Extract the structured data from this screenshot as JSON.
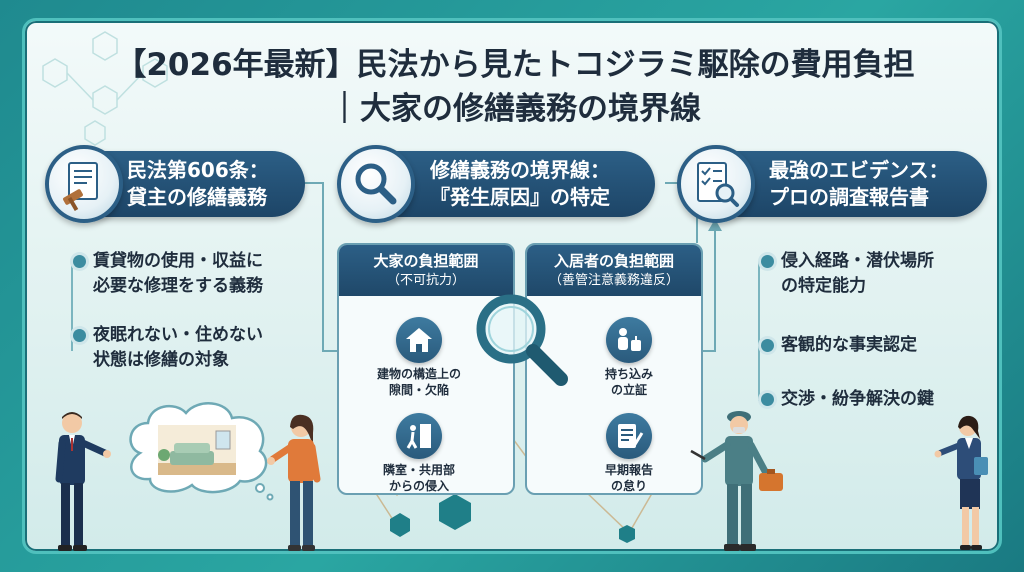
{
  "title": {
    "line1": "【2026年最新】民法から見たトコジラミ駆除の費用負担",
    "line2": "｜大家の修繕義務の境界線"
  },
  "sections": [
    {
      "title_line1": "民法第606条：",
      "title_line2": "貸主の修繕義務",
      "icon": "law-book-gavel-icon",
      "bullets": [
        {
          "line1": "賃貸物の使用・収益に",
          "line2": "必要な修理をする義務"
        },
        {
          "line1": "夜眠れない・住めない",
          "line2": "状態は修繕の対象"
        }
      ]
    },
    {
      "title_line1": "修繕義務の境界線：",
      "title_line2": "『発生原因』の特定",
      "icon": "magnifier-icon"
    },
    {
      "title_line1": "最強のエビデンス：",
      "title_line2": "プロの調査報告書",
      "icon": "report-magnifier-icon",
      "bullets": [
        {
          "line1": "侵入経路・潜伏場所",
          "line2": "の特定能力"
        },
        {
          "line1": "客観的な事実認定",
          "line2": ""
        },
        {
          "line1": "交渉・紛争解決の鍵",
          "line2": ""
        }
      ]
    }
  ],
  "landlord_box": {
    "title": "大家の負担範囲",
    "subtitle": "（不可抗力）",
    "items": [
      {
        "icon": "house-icon",
        "line1": "建物の構造上の",
        "line2": "隙間・欠陥"
      },
      {
        "icon": "door-person-icon",
        "line1": "隣室・共用部",
        "line2": "からの侵入"
      }
    ]
  },
  "tenant_box": {
    "title": "入居者の負担範囲",
    "subtitle": "（善管注意義務違反）",
    "items": [
      {
        "icon": "person-luggage-icon",
        "line1": "持ち込み",
        "line2": "の立証"
      },
      {
        "icon": "document-pen-icon",
        "line1": "早期報告",
        "line2": "の怠り"
      }
    ]
  },
  "colors": {
    "frame": "#2aa6a2",
    "navy": "#2c5f86",
    "text": "#1f2d3d",
    "accent": "#3c8ca0"
  }
}
